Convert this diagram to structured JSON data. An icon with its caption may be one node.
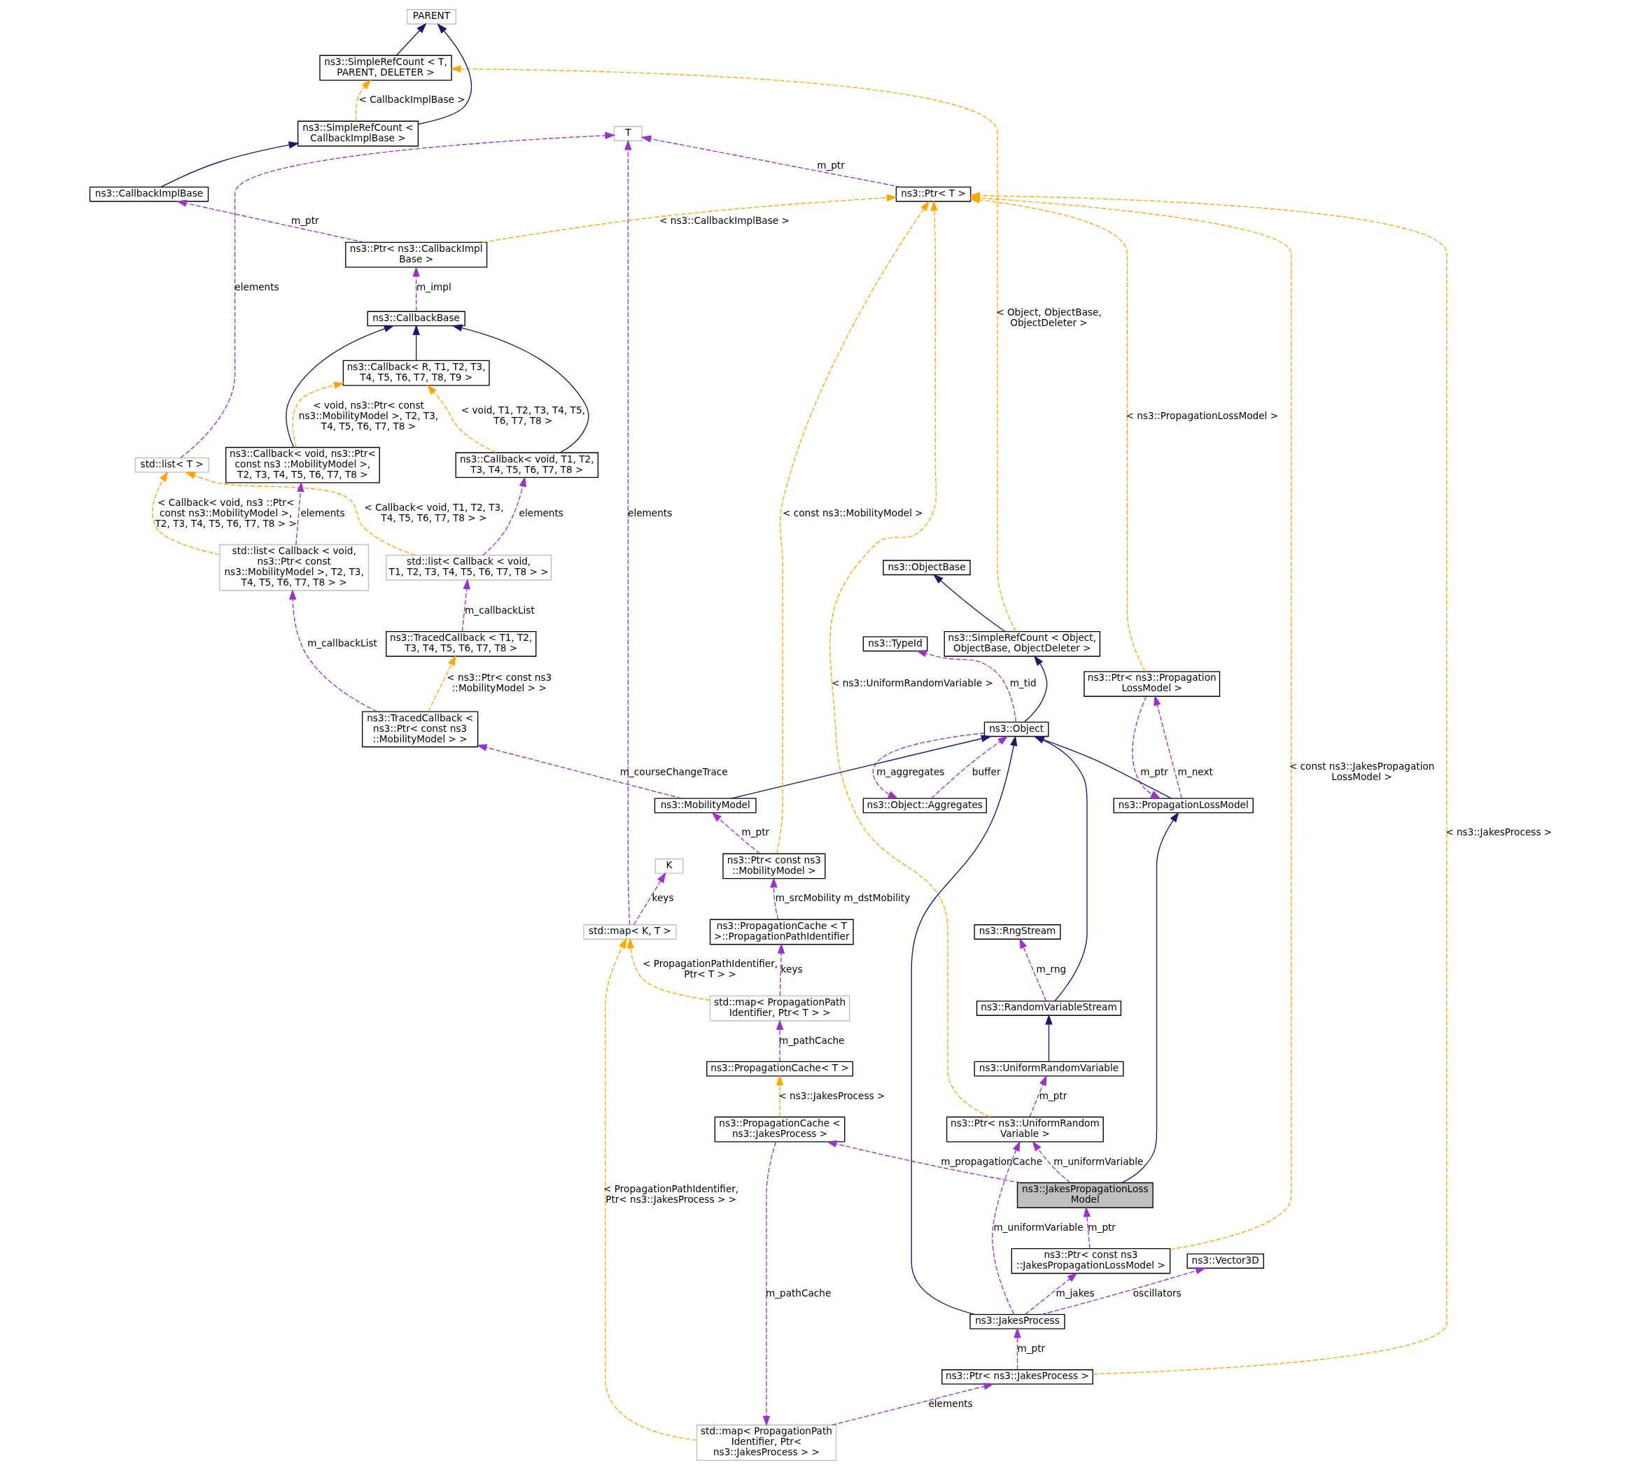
{
  "diagram": {
    "nodes": [
      {
        "text": [
          "PARENT"
        ]
      },
      {
        "text": [
          "ns3::ObjectBase"
        ]
      },
      {
        "text": [
          "ns3::SimpleRefCount < T, PARENT, DELETER >"
        ]
      },
      {
        "text": [
          "ns3::SimpleRefCount < Object, ObjectBase, ObjectDeleter >"
        ]
      },
      {
        "text": [
          "ns3::TypeId"
        ]
      },
      {
        "text": [
          "T"
        ]
      },
      {
        "text": [
          "ns3::SimpleRefCount < CallbackImplBase >"
        ]
      },
      {
        "text": [
          "ns3::RngStream"
        ]
      },
      {
        "text": [
          "ns3::Object"
        ]
      },
      {
        "text": [
          "ns3::Ptr< T >"
        ]
      },
      {
        "text": [
          "ns3::CallbackImplBase"
        ]
      },
      {
        "text": [
          "ns3::RandomVariableStream"
        ]
      },
      {
        "text": [
          "ns3::Object::Aggregates"
        ]
      },
      {
        "text": [
          "ns3::Ptr< ns3::Propagation LossModel >"
        ]
      },
      {
        "text": [
          "ns3::Ptr< ns3::CallbackImpl Base >"
        ]
      },
      {
        "text": [
          "ns3::UniformRandomVariable"
        ]
      },
      {
        "text": [
          "ns3::PropagationLossModel"
        ]
      },
      {
        "text": [
          "ns3::CallbackBase"
        ]
      },
      {
        "text": [
          "ns3::Ptr< ns3::UniformRandom Variable >"
        ]
      },
      {
        "text": [
          "ns3::Callback< R, T1, T2, T3, T4, T5, T6, T7, T8, T9 >"
        ]
      },
      {
        "text": [
          "ns3::JakesPropagationLoss Model"
        ]
      },
      {
        "text": [
          "ns3::Callback< void, T1, T2, T3, T4, T5, T6, T7, T8 >"
        ]
      },
      {
        "text": [
          "ns3::Callback< void, ns3::Ptr< const ns3 ::MobilityModel >, T2, T3, T4, T5, T6, T7, T8 >"
        ]
      },
      {
        "text": [
          "std::list< T >"
        ]
      },
      {
        "text": [
          "ns3::Vector3D"
        ]
      },
      {
        "text": [
          "ns3::Ptr< const ns3 ::JakesPropagationLossModel >"
        ]
      },
      {
        "text": [
          "std::list< Callback < void, T1, T2, T3, T4, T5, T6, T7, T8 > >"
        ]
      },
      {
        "text": [
          "std::list< Callback < void, ns3::Ptr< const ns3::MobilityModel >, T2, T3, T4, T5, T6, T7, T8 > >"
        ]
      },
      {
        "text": [
          "ns3::JakesProcess"
        ]
      },
      {
        "text": [
          "K"
        ]
      },
      {
        "text": [
          "ns3::TracedCallback < T1, T2, T3, T4, T5, T6, T7, T8 >"
        ]
      },
      {
        "text": [
          "ns3::Ptr< ns3::JakesProcess >"
        ]
      },
      {
        "text": [
          "std::map< K, T >"
        ]
      },
      {
        "text": [
          "ns3::TracedCallback < ns3::Ptr< const ns3 ::MobilityModel > >"
        ]
      },
      {
        "text": [
          "std::map< PropagationPath Identifier, Ptr< ns3::JakesProcess > >"
        ]
      },
      {
        "text": [
          "ns3::MobilityModel"
        ]
      },
      {
        "text": [
          "ns3::Ptr< const ns3 ::MobilityModel >"
        ]
      },
      {
        "text": [
          "ns3::PropagationCache < T >::PropagationPathIdentifier"
        ]
      },
      {
        "text": [
          "std::map< PropagationPath Identifier, Ptr< T > >"
        ]
      },
      {
        "text": [
          "ns3::PropagationCache< T >"
        ]
      },
      {
        "text": [
          "ns3::PropagationCache < ns3::JakesProcess >"
        ]
      }
    ],
    "edges": [
      {
        "from": 2,
        "to": 0,
        "arrow": "to",
        "color": "#191970"
      },
      {
        "from": 6,
        "to": 0,
        "arrow": "to",
        "color": "#191970"
      },
      {
        "from": 3,
        "to": 1,
        "arrow": "to",
        "color": "#191970"
      },
      {
        "from": 3,
        "to": 2,
        "arrow": "to",
        "label": "< Object, ObjectBase, ObjectDeleter >",
        "style": "dashed",
        "color": "#ffa500"
      },
      {
        "from": 6,
        "to": 2,
        "arrow": "to",
        "label": "< CallbackImplBase >",
        "style": "dashed",
        "color": "#ffa500"
      },
      {
        "from": 8,
        "to": 3,
        "arrow": "to",
        "color": "#191970"
      },
      {
        "from": 8,
        "to": 4,
        "arrow": "to",
        "label": "m_tid",
        "style": "dashed"
      },
      {
        "from": 9,
        "to": 5,
        "arrow": "to",
        "label": "m_ptr",
        "style": "dashed"
      },
      {
        "from": 23,
        "to": 5,
        "arrow": "to",
        "label": "elements",
        "style": "dashed"
      },
      {
        "from": 32,
        "to": 5,
        "arrow": "to",
        "label": "elements",
        "style": "dashed"
      },
      {
        "from": 10,
        "to": 6,
        "arrow": "to",
        "color": "#191970"
      },
      {
        "from": 11,
        "to": 7,
        "arrow": "to",
        "label": "m_rng",
        "style": "dashed"
      },
      {
        "from": 11,
        "to": 8,
        "arrow": "to",
        "color": "#191970"
      },
      {
        "from": 12,
        "to": 8,
        "arrow": "to",
        "label": "buffer",
        "style": "dashed"
      },
      {
        "from": 8,
        "to": 12,
        "arrow": "to",
        "label": "m_aggregates",
        "style": "dashed"
      },
      {
        "from": 16,
        "to": 8,
        "arrow": "to",
        "color": "#191970"
      },
      {
        "from": 28,
        "to": 8,
        "arrow": "to",
        "color": "#191970"
      },
      {
        "from": 35,
        "to": 8,
        "arrow": "to",
        "color": "#191970"
      },
      {
        "from": 13,
        "to": 9,
        "arrow": "to",
        "label": "< ns3::PropagationLossModel >",
        "style": "dashed",
        "color": "#ffa500"
      },
      {
        "from": 18,
        "to": 9,
        "arrow": "to",
        "label": "< ns3::UniformRandomVariable >",
        "style": "dashed",
        "color": "#ffa500"
      },
      {
        "from": 25,
        "to": 9,
        "arrow": "to",
        "label": "< const ns3::JakesPropagation LossModel >",
        "style": "dashed",
        "color": "#ffa500"
      },
      {
        "from": 31,
        "to": 9,
        "arrow": "to",
        "label": "< ns3::JakesProcess >",
        "style": "dashed",
        "color": "#ffa500"
      },
      {
        "from": 36,
        "to": 9,
        "arrow": "to",
        "label": "< const ns3::MobilityModel >",
        "style": "dashed",
        "color": "#ffa500"
      },
      {
        "from": 14,
        "to": 9,
        "arrow": "to",
        "label": "< ns3::CallbackImplBase >",
        "style": "dashed",
        "color": "#ffa500"
      },
      {
        "from": 14,
        "to": 10,
        "arrow": "to",
        "label": "m_ptr",
        "style": "dashed"
      },
      {
        "from": 16,
        "to": 13,
        "arrow": "to",
        "label": "m_next",
        "style": "dashed"
      },
      {
        "from": 13,
        "to": 16,
        "arrow": "to",
        "label": "m_ptr",
        "style": "dashed"
      },
      {
        "from": 17,
        "to": 14,
        "arrow": "to",
        "label": "m_impl",
        "style": "dashed"
      },
      {
        "from": 15,
        "to": 11,
        "arrow": "to",
        "color": "#191970"
      },
      {
        "from": 18,
        "to": 15,
        "arrow": "to",
        "label": "m_ptr",
        "style": "dashed"
      },
      {
        "from": 20,
        "to": 16,
        "arrow": "to",
        "color": "#191970"
      },
      {
        "from": 19,
        "to": 17,
        "arrow": "to",
        "color": "#191970"
      },
      {
        "from": 21,
        "to": 17,
        "arrow": "to",
        "color": "#191970"
      },
      {
        "from": 22,
        "to": 17,
        "arrow": "to",
        "color": "#191970"
      },
      {
        "from": 20,
        "to": 18,
        "arrow": "to",
        "label": "m_uniformVariable",
        "style": "dashed"
      },
      {
        "from": 28,
        "to": 18,
        "arrow": "to",
        "label": "m_uniformVariable",
        "style": "dashed"
      },
      {
        "from": 21,
        "to": 19,
        "arrow": "to",
        "label": "< void, T1, T2, T3, T4, T5, T6, T7, T8 >",
        "style": "dashed",
        "color": "#ffa500"
      },
      {
        "from": 22,
        "to": 19,
        "arrow": "to",
        "label": "< void, ns3::Ptr< const ns3::MobilityModel >, T2, T3, T4, T5, T6, T7, T8 >",
        "style": "dashed",
        "color": "#ffa500"
      },
      {
        "from": 25,
        "to": 20,
        "arrow": "to",
        "label": "m_ptr",
        "style": "dashed"
      },
      {
        "from": 26,
        "to": 21,
        "arrow": "to",
        "label": "elements",
        "style": "dashed"
      },
      {
        "from": 27,
        "to": 22,
        "arrow": "to",
        "label": "elements",
        "style": "dashed"
      },
      {
        "from": 26,
        "to": 23,
        "arrow": "to",
        "label": "< Callback< void, T1, T2, T3, T4, T5, T6, T7, T8 > >",
        "style": "dashed",
        "color": "#ffa500"
      },
      {
        "from": 27,
        "to": 23,
        "arrow": "to",
        "label": "< Callback< void, ns3 ::Ptr< const ns3::MobilityModel >, T2, T3, T4, T5, T6, T7, T8 > >",
        "style": "dashed",
        "color": "#ffa500"
      },
      {
        "from": 28,
        "to": 24,
        "arrow": "to",
        "label": "oscillators",
        "style": "dashed"
      },
      {
        "from": 28,
        "to": 25,
        "arrow": "to",
        "label": "m_jakes",
        "style": "dashed"
      },
      {
        "from": 30,
        "to": 26,
        "arrow": "to",
        "label": "m_callbackList",
        "style": "dashed"
      },
      {
        "from": 33,
        "to": 27,
        "arrow": "to",
        "label": "m_callbackList",
        "style": "dashed"
      },
      {
        "from": 31,
        "to": 28,
        "arrow": "to",
        "label": "m_ptr",
        "style": "dashed"
      },
      {
        "from": 32,
        "to": 29,
        "arrow": "to",
        "label": "keys",
        "style": "dashed"
      },
      {
        "from": 33,
        "to": 30,
        "arrow": "to",
        "label": "< ns3::Ptr< const ns3 ::MobilityModel > >",
        "style": "dashed",
        "color": "#ffa500"
      },
      {
        "from": 34,
        "to": 31,
        "arrow": "to",
        "label": "elements",
        "style": "dashed"
      },
      {
        "from": 34,
        "to": 32,
        "arrow": "to",
        "label": "< PropagationPathIdentifier, Ptr< ns3::JakesProcess > >",
        "style": "dashed",
        "color": "#ffa500"
      },
      {
        "from": 38,
        "to": 32,
        "arrow": "to",
        "label": "< PropagationPathIdentifier, Ptr< T > >",
        "style": "dashed",
        "color": "#ffa500"
      },
      {
        "from": 35,
        "to": 33,
        "arrow": "to",
        "label": "m_courseChangeTrace",
        "style": "dashed"
      },
      {
        "from": 40,
        "to": 34,
        "arrow": "to",
        "label": "m_pathCache",
        "style": "dashed"
      },
      {
        "from": 36,
        "to": 35,
        "arrow": "to",
        "label": "m_ptr",
        "style": "dashed"
      },
      {
        "from": 37,
        "to": 36,
        "arrow": "to",
        "label": "m_srcMobility m_dstMobility",
        "style": "dashed"
      },
      {
        "from": 38,
        "to": 37,
        "arrow": "to",
        "label": "keys",
        "style": "dashed"
      },
      {
        "from": 39,
        "to": 38,
        "arrow": "to",
        "label": "m_pathCache",
        "style": "dashed"
      },
      {
        "from": 40,
        "to": 39,
        "arrow": "to",
        "label": "< ns3::JakesProcess >",
        "style": "dashed",
        "color": "#ffa500"
      },
      {
        "from": 20,
        "to": 40,
        "arrow": "to",
        "label": "m_propagationCache",
        "style": "dashed"
      }
    ]
  }
}
